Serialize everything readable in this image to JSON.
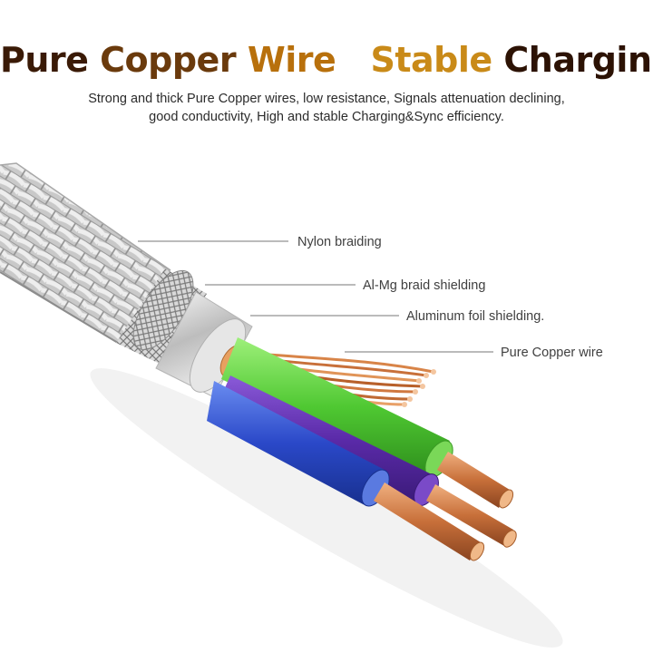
{
  "headline": {
    "words": [
      "Pure",
      "Copper",
      "Wire",
      "Stable",
      "Charging"
    ]
  },
  "subtitle": {
    "line1": "Strong and thick Pure Copper wires, low resistance, Signals attenuation declining,",
    "line2": "good conductivity, High and stable Charging&Sync efficiency."
  },
  "callouts": {
    "nylon": "Nylon braiding",
    "almg": "Al-Mg braid shielding",
    "foil": "Aluminum foil shielding.",
    "copper": "Pure Copper wire"
  },
  "colors": {
    "title_dark": "#3a1a06",
    "title_gold": "#c98a18",
    "wire_green": "#5bd23a",
    "wire_purple": "#5a2aa8",
    "wire_blue": "#2a48c8",
    "copper": "#c8703a"
  }
}
